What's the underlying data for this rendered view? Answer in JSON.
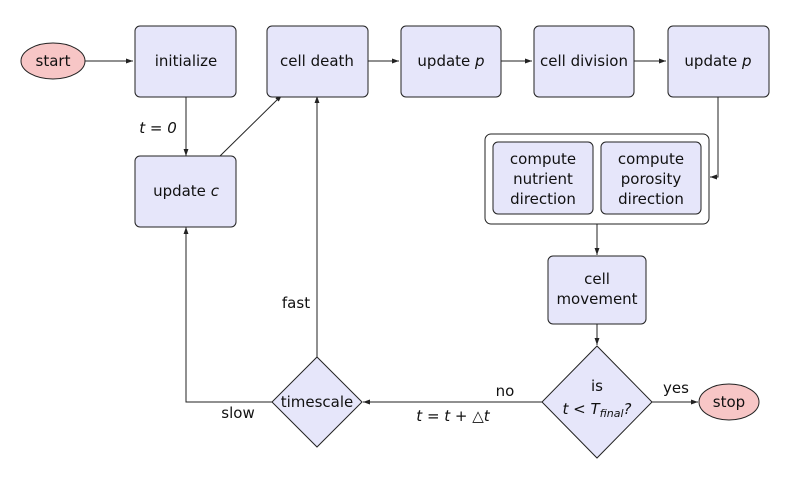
{
  "nodes": {
    "start": "start",
    "initialize": "initialize",
    "cell_death": "cell death",
    "update_p1": [
      "update ",
      "p"
    ],
    "cell_division": "cell division",
    "update_p2": [
      "update ",
      "p"
    ],
    "update_c": [
      "update ",
      "c"
    ],
    "compute_nutrient": [
      "compute",
      "nutrient",
      "direction"
    ],
    "compute_porosity": [
      "compute",
      "porosity",
      "direction"
    ],
    "cell_movement": [
      "cell",
      "movement"
    ],
    "timescale": "timescale",
    "is_decision": [
      "is",
      "t < T",
      "final",
      "?"
    ],
    "stop": "stop"
  },
  "edge_labels": {
    "t_zero": "t = 0",
    "fast": "fast",
    "slow": "slow",
    "no": "no",
    "yes": "yes",
    "t_update": "t = t + △t"
  },
  "colors": {
    "process_fill": "#e6e6fa",
    "terminal_fill": "#f7c6c6",
    "stroke": "#222222"
  }
}
